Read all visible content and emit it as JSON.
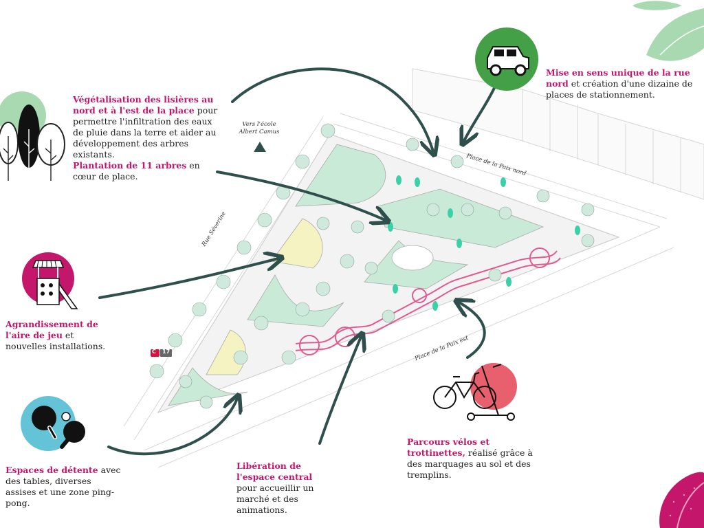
{
  "annotations": {
    "vegetalisation": {
      "title": "Végétalisation des lisières au nord et à l'est de la place",
      "body": " pour permettre l'infiltration des eaux de pluie dans la terre et aider au développement des arbres existants."
    },
    "plantation": {
      "title": "Plantation de 11 arbres",
      "body": " en cœur de place."
    },
    "sens_unique": {
      "title": "Mise en sens unique de la rue nord",
      "body": " et création d'une dizaine de places de stationnement."
    },
    "aire_de_jeu": {
      "title": "Agrandissement de l'aire de jeu",
      "body": " et nouvelles installations."
    },
    "detente": {
      "title": "Espaces de détente",
      "body": " avec des tables, diverses assises et une zone ping-pong."
    },
    "liberation": {
      "title": "Libération de l'espace central",
      "body": " pour accueillir un marché et des animations."
    },
    "parcours": {
      "title": "Parcours vélos et trottinettes,",
      "body": " réalisé grâce à des marquages au sol et des tremplins."
    }
  },
  "map_labels": {
    "ecole": "Vers l'école Albert Camus",
    "rue_severine": "Rue Séverine",
    "paix_nord": "Place de la Paix nord",
    "paix_est": "Place de la Paix est",
    "bus_letter": "C",
    "bus_number": "17"
  },
  "colors": {
    "accent": "#c4166b",
    "arrow": "#2f4f4c",
    "green_circle": "#43a047",
    "magenta_circle": "#c4166b",
    "blue_circle": "#64c3d6",
    "pink_circle": "#e8606d",
    "lawn": "#c9ead6",
    "path_pink": "#e05a90"
  },
  "icons": [
    "trees-icon",
    "car-icon",
    "playground-icon",
    "ping-pong-icon",
    "bike-scooter-icon",
    "leaf-decoration-icon"
  ]
}
